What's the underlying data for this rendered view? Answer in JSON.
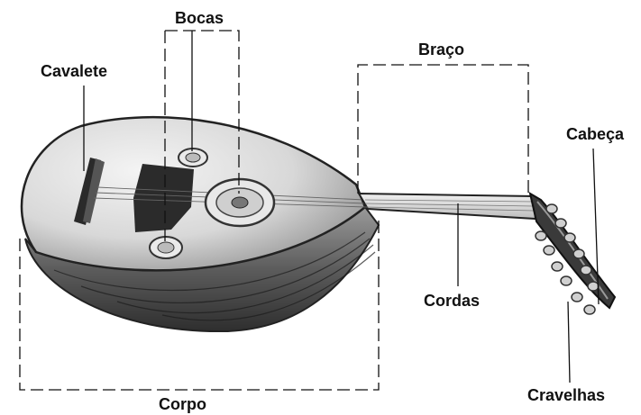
{
  "diagram": {
    "labels": {
      "bocas": "Bocas",
      "braco": "Braço",
      "cavalete": "Cavalete",
      "cabeca": "Cabeça",
      "cordas": "Cordas",
      "corpo": "Corpo",
      "cravelhas": "Cravelhas"
    }
  }
}
